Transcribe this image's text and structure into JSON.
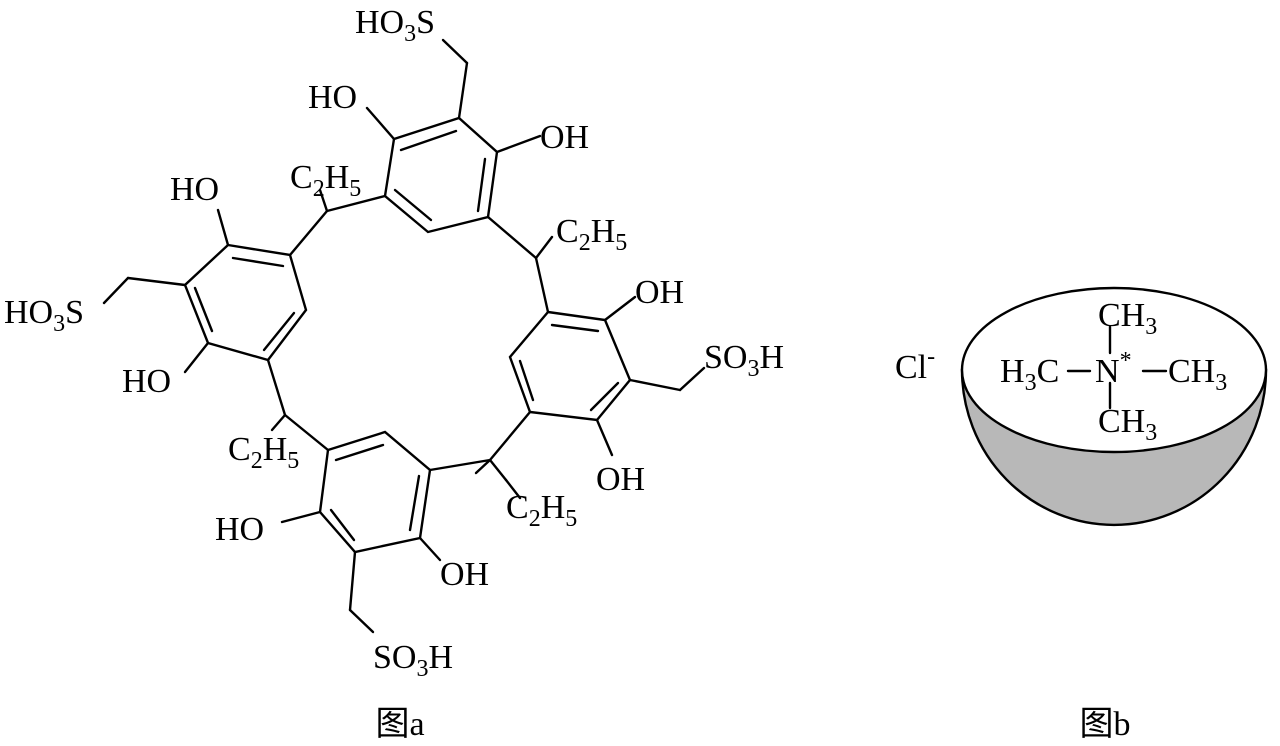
{
  "colors": {
    "ink": "#000000",
    "bowl_fill": "#b8b8b8",
    "bowl_rim": "#ffffff",
    "background": "#ffffff"
  },
  "figure_a": {
    "caption": "图a",
    "groups": {
      "ho3s_top": {
        "main": "HO",
        "sub": "3",
        "tail": "S"
      },
      "ho3s_left": {
        "main": "HO",
        "sub": "3",
        "tail": "S"
      },
      "so3h_right": {
        "main": "SO",
        "sub": "3",
        "tail": "H"
      },
      "so3h_bottom": {
        "main": "SO",
        "sub": "3",
        "tail": "H"
      },
      "ethyl": {
        "main": "C",
        "sub": "2",
        "tail": "H",
        "sub2": "5"
      },
      "hydroxyl_left": "HO",
      "hydroxyl_right": "OH"
    }
  },
  "figure_b": {
    "caption": "图b",
    "counterion": {
      "symbol": "Cl",
      "charge": "-"
    },
    "methyl": {
      "main": "CH",
      "sub": "3"
    },
    "methyl_left": {
      "main": "H",
      "sub": "3",
      "tail": "C"
    },
    "center_atom": "N",
    "center_mark": "*"
  }
}
